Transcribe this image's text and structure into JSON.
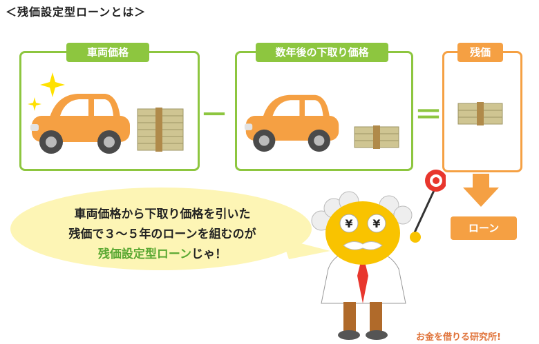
{
  "title": "＜残価設定型ローンとは＞",
  "boxes": {
    "vehicle_price": "車両価格",
    "trade_in": "数年後の下取り価格",
    "residual": "残価"
  },
  "operators": {
    "minus": "－",
    "equals": "＝"
  },
  "loan_label": "ローン",
  "bubble": {
    "line1": "車両価格から下取り価格を引いた",
    "line2": "残価で３～５年のローンを組むのが",
    "line3_highlight": "残価設定型ローン",
    "line3_rest": "じゃ！"
  },
  "eyes": "¥",
  "brand": "お金を借りる研究所!",
  "colors": {
    "green": "#8dc63f",
    "orange": "#f5a043",
    "car": "#f5a043",
    "cash": "#c9c08a",
    "bubble": "#fdf5b5"
  }
}
